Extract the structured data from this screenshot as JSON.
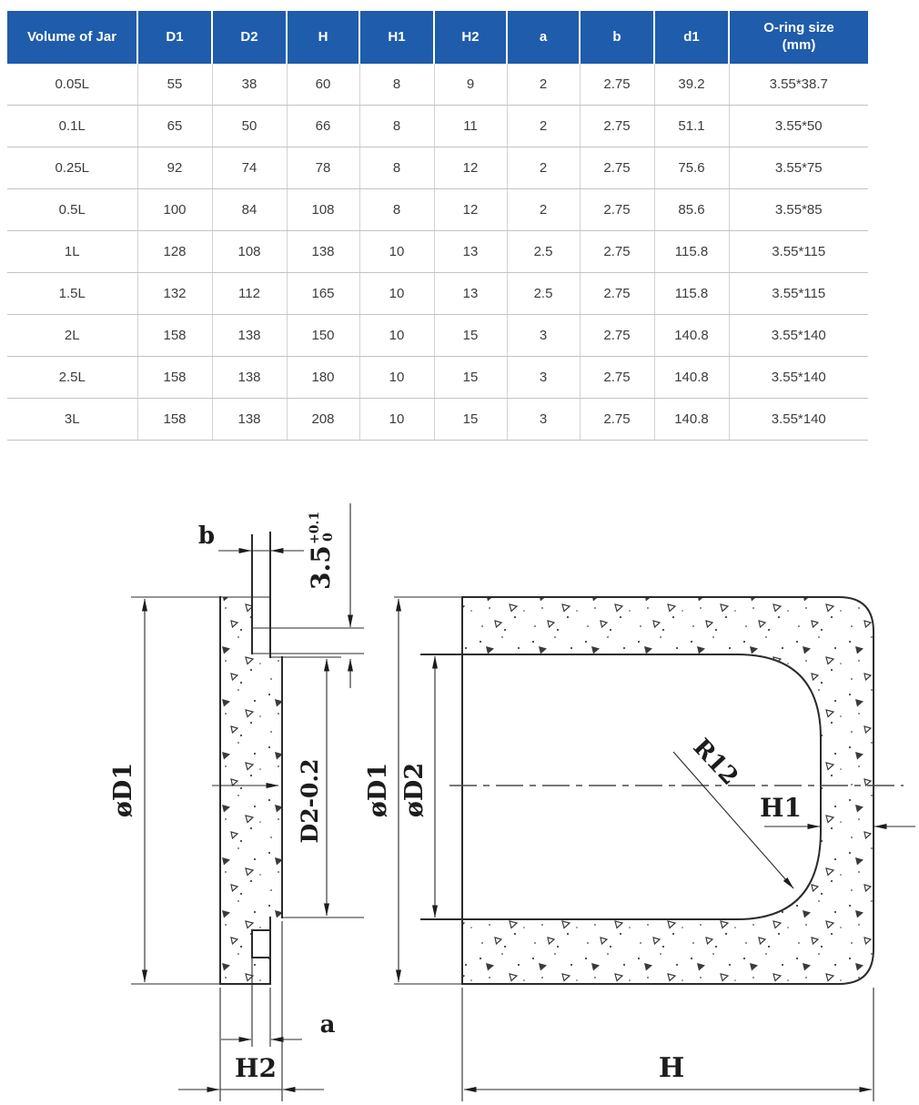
{
  "table": {
    "header_bg": "#1f5cab",
    "header_fg": "#ffffff",
    "columns": [
      "Volume of Jar",
      "D1",
      "D2",
      "H",
      "H1",
      "H2",
      "a",
      "b",
      "d1",
      "O-ring size\n(mm)"
    ],
    "rows": [
      [
        "0.05L",
        "55",
        "38",
        "60",
        "8",
        "9",
        "2",
        "2.75",
        "39.2",
        "3.55*38.7"
      ],
      [
        "0.1L",
        "65",
        "50",
        "66",
        "8",
        "11",
        "2",
        "2.75",
        "51.1",
        "3.55*50"
      ],
      [
        "0.25L",
        "92",
        "74",
        "78",
        "8",
        "12",
        "2",
        "2.75",
        "75.6",
        "3.55*75"
      ],
      [
        "0.5L",
        "100",
        "84",
        "108",
        "8",
        "12",
        "2",
        "2.75",
        "85.6",
        "3.55*85"
      ],
      [
        "1L",
        "128",
        "108",
        "138",
        "10",
        "13",
        "2.5",
        "2.75",
        "115.8",
        "3.55*115"
      ],
      [
        "1.5L",
        "132",
        "112",
        "165",
        "10",
        "13",
        "2.5",
        "2.75",
        "115.8",
        "3.55*115"
      ],
      [
        "2L",
        "158",
        "138",
        "150",
        "10",
        "15",
        "3",
        "2.75",
        "140.8",
        "3.55*140"
      ],
      [
        "2.5L",
        "158",
        "138",
        "180",
        "10",
        "15",
        "3",
        "2.75",
        "140.8",
        "3.55*140"
      ],
      [
        "3L",
        "158",
        "138",
        "208",
        "10",
        "15",
        "3",
        "2.75",
        "140.8",
        "3.55*140"
      ]
    ]
  },
  "drawing": {
    "left": {
      "b": "b",
      "groove": "3.5",
      "tol_up": "+0.1",
      "tol_dn": "0",
      "d1": "øD1",
      "d2": "D2-0.2",
      "a": "a",
      "h2": "H2"
    },
    "right": {
      "d1": "øD1",
      "d2": "øD2",
      "r": "R12",
      "h1": "H1",
      "h": "H"
    }
  }
}
